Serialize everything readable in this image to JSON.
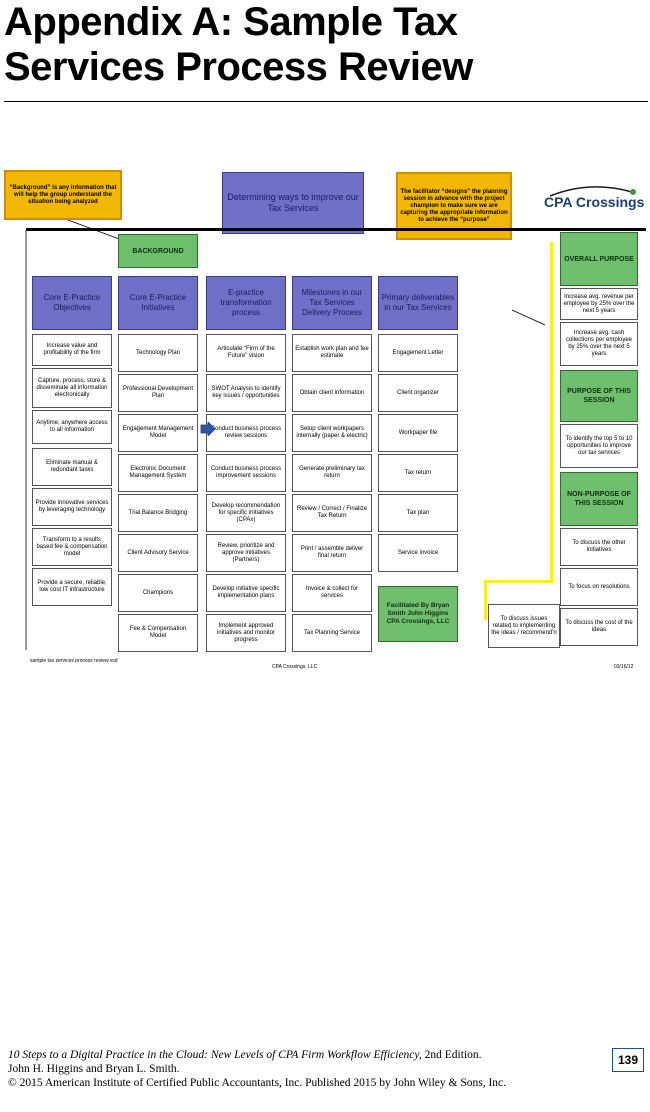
{
  "title_line1": "Appendix A: Sample Tax",
  "title_line2": "Services Process Review",
  "diagram": {
    "top_center": "Determining ways to improve our Tax Services",
    "callout_left": "“Background” is any information that will help the group understand the situation being analyzed",
    "callout_right": "The facilitator “designs” the planning session in advance with the project champion to make sure we are capturing the appropriate information to achieve the “purpose”",
    "logo": "CPA Crossings",
    "background_label": "BACKGROUND",
    "columns": [
      {
        "header": "Core E-Practice Objectives",
        "items": [
          "Increase value and profitability of the firm",
          "Capture, process, store & disseminate all information electronically",
          "Anytime, anywhere access to all information",
          "Eliminate manual & redundant tasks",
          "Provide innovative services by leveraging technology",
          "Transform to a results based fee & compensation model",
          "Provide a secure, reliable, low cost IT infrastructure"
        ]
      },
      {
        "header": "Core E-Practice Initiatives",
        "items": [
          "Technology Plan",
          "Professional Development Plan",
          "Engagement Management Model",
          "Electronic Document Management System",
          "Trial Balance Bridging",
          "Client Advisory Service",
          "Champions",
          "Fee & Compensation Model"
        ]
      },
      {
        "header": "E-practice transformation process",
        "items": [
          "Articulate “Firm of the Future” vision",
          "SWOT Analysis to identify key issues / opportunities",
          "Conduct business process review sessions",
          "Conduct business process improvement sessions",
          "Develop recommendation for specific initiatives (CPAx)",
          "Review, prioritize and approve initiatives (Partners)",
          "Develop initiative specific implementation plans",
          "Implement approved initiatives and monitor progress"
        ]
      },
      {
        "header": "Milestones in our Tax Services Delivery Process",
        "items": [
          "Establish work plan and fee estimate",
          "Obtain client information",
          "Setup client workpapers internally (paper & electric)",
          "Generate preliminary tax return",
          "Review / Correct / Finalize Tax Return",
          "Print / assemble deliver final return",
          "Invoice & collect for services",
          "Tax Planning Service"
        ]
      },
      {
        "header": "Primary deliverables in our Tax Services",
        "items": [
          "Engagement Letter",
          "Client organizer",
          "Workpaper file",
          "Tax return",
          "Tax plan",
          "Service invoice"
        ]
      }
    ],
    "facilitated": "Facilitated By Bryan Smith John Higgins CPA Crossings, LLC",
    "overall_purpose": "OVERALL PURPOSE",
    "overall_items": [
      "Increase avg. revenue per employee by 25% over the next 5 years",
      "Increase avg. cash collections per employee by 25% over the next 5 years"
    ],
    "session_purpose": "PURPOSE OF THIS SESSION",
    "session_item": "To identify the top 5 to 10 opportunities to improve our tax services",
    "non_purpose": "NON-PURPOSE OF THIS SESSION",
    "non_items": [
      "To discuss the other initiatives",
      "To focus on resolutions",
      "To discuss the cost of the ideas"
    ],
    "discuss_issues": "To discuss issues related to implementing the ideas / recommend'n",
    "footer_left": "sample tax services process review.vsd",
    "footer_mid": "CPA Crossings, LLC",
    "footer_right": "03/16/12"
  },
  "footer": {
    "book_title": "10 Steps to a Digital Practice in the Cloud: New Levels of CPA Firm Workflow Efficiency,",
    "edition": " 2nd Edition.",
    "authors": "John H. Higgins and Bryan L. Smith.",
    "copyright": "© 2015 American Institute of Certified Public Accountants, Inc. Published 2015 by John Wiley & Sons, Inc.",
    "page_number": "139"
  }
}
